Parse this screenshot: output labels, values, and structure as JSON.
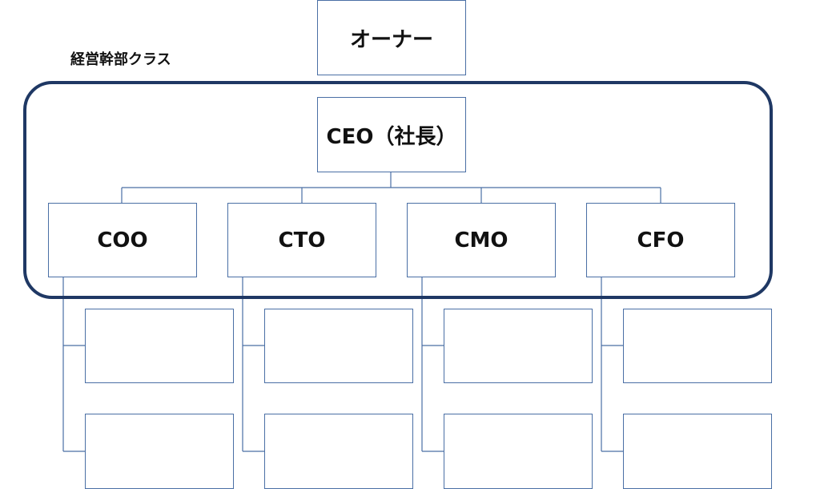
{
  "org_chart": {
    "owner": {
      "label": "オーナー"
    },
    "group": {
      "label": "経営幹部クラス"
    },
    "ceo": {
      "label": "CEO（社長）"
    },
    "executives": [
      {
        "label": "COO"
      },
      {
        "label": "CTO"
      },
      {
        "label": "CMO"
      },
      {
        "label": "CFO"
      }
    ],
    "subordinate_boxes": [
      [
        "",
        ""
      ],
      [
        "",
        ""
      ],
      [
        "",
        ""
      ],
      [
        "",
        ""
      ]
    ],
    "colors": {
      "box_border": "#4a6fa5",
      "group_frame": "#1f3864",
      "text": "#111111"
    }
  }
}
